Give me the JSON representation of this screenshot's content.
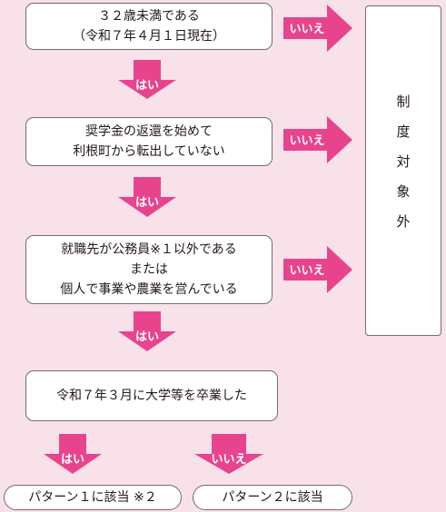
{
  "colors": {
    "arrow": "#e8448d",
    "background": "#f9e1ea",
    "box": "#ffffff",
    "border": "#6e6e6e"
  },
  "nodes": {
    "q1": {
      "line1": "３２歳未満である",
      "line2": "（令和７年４月１日現在）"
    },
    "q2": {
      "line1": "奨学金の返還を始めて",
      "line2": "利根町から転出していない"
    },
    "q3": {
      "line1": "就職先が公務員※１以外である",
      "line2": "または",
      "line3": "個人で事業や農業を営んでいる"
    },
    "q4": {
      "line1": "令和７年３月に大学等を卒業した"
    },
    "result1": "パターン１に該当 ※２",
    "result2": "パターン２に該当",
    "excluded": {
      "c1": "制",
      "c2": "度",
      "c3": "対",
      "c4": "象",
      "c5": "外"
    }
  },
  "labels": {
    "yes": "はい",
    "no": "いいえ"
  }
}
